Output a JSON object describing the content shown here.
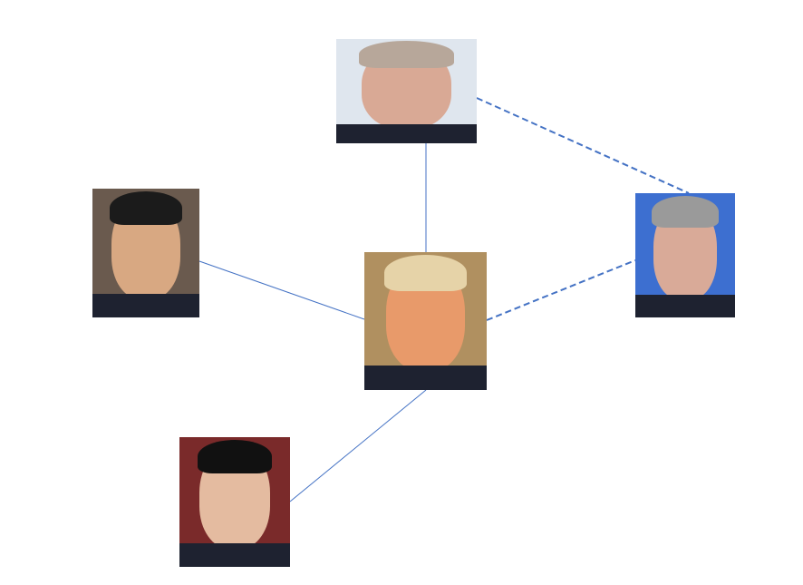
{
  "diagram": {
    "line_color": "#4472c4",
    "nodes": [
      {
        "id": "top",
        "bg": "#dfe6ee",
        "skin": "#d9a995",
        "hair": "#b7a79a"
      },
      {
        "id": "left",
        "bg": "#6a5a4e",
        "skin": "#d8a882",
        "hair": "#1b1b1b"
      },
      {
        "id": "center",
        "bg": "#b09060",
        "skin": "#e89a6a",
        "hair": "#e6d3a8"
      },
      {
        "id": "right",
        "bg": "#3d6fd0",
        "skin": "#d9aa98",
        "hair": "#9a9a9a"
      },
      {
        "id": "bottom",
        "bg": "#7a2a2a",
        "skin": "#e4bba0",
        "hair": "#111111"
      }
    ],
    "links": [
      {
        "from": "top",
        "to": "center",
        "style": "solid"
      },
      {
        "from": "left",
        "to": "center",
        "style": "solid"
      },
      {
        "from": "center",
        "to": "bottom",
        "style": "solid"
      },
      {
        "from": "center",
        "to": "right",
        "style": "dashed"
      },
      {
        "from": "top",
        "to": "right",
        "style": "dashed"
      }
    ]
  }
}
